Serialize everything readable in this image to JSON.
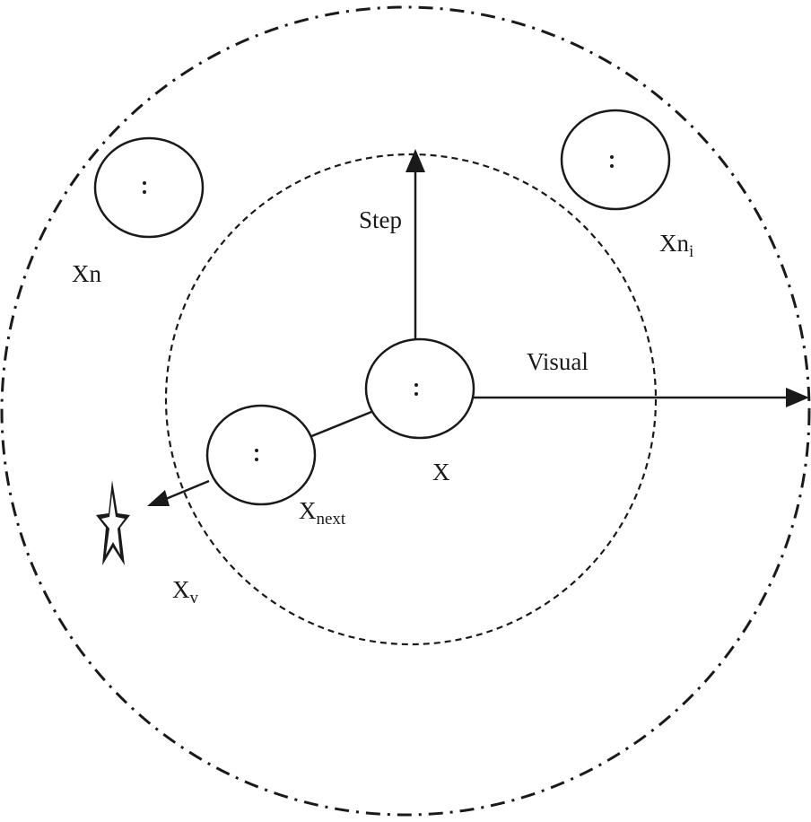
{
  "labels": {
    "step": "Step",
    "visual": "Visual",
    "x": "X",
    "xn": "Xn",
    "xni_base": "Xn",
    "xni_sub": "i",
    "xnext_base": "X",
    "xnext_sub": "next",
    "xv_base": "X",
    "xv_sub": "v"
  },
  "node_marker": ":",
  "colors": {
    "stroke": "#1a1a1a",
    "background": "#ffffff"
  },
  "icons": {
    "target": "star-icon"
  }
}
